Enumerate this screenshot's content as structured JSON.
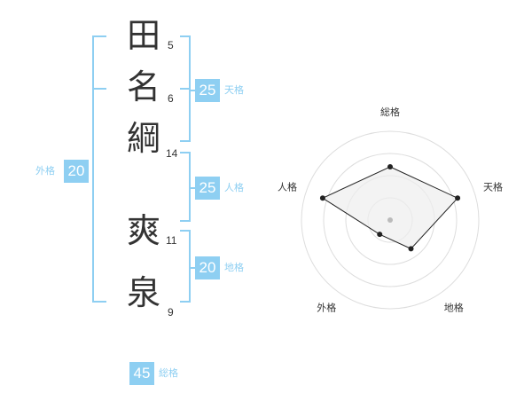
{
  "name": {
    "characters": [
      {
        "char": "田",
        "strokes": "5"
      },
      {
        "char": "名",
        "strokes": "6"
      },
      {
        "char": "綱",
        "strokes": "14"
      },
      {
        "char": "爽",
        "strokes": "11"
      },
      {
        "char": "泉",
        "strokes": "9"
      }
    ]
  },
  "kakusu": {
    "tenkaku": {
      "value": "25",
      "label": "天格"
    },
    "jinkaku": {
      "value": "25",
      "label": "人格"
    },
    "chikaku": {
      "value": "20",
      "label": "地格"
    },
    "gaikaku": {
      "value": "20",
      "label": "外格"
    },
    "soukaku": {
      "value": "45",
      "label": "総格"
    }
  },
  "chart_data": {
    "type": "radar",
    "axes": [
      "総格",
      "天格",
      "地格",
      "外格",
      "人格"
    ],
    "values": [
      3,
      4,
      2,
      1,
      4
    ],
    "max": 5,
    "rings": 4,
    "colors": {
      "fill": "#eeeeee",
      "line": "#222222",
      "ring": "#dddddd",
      "center": "#bbbbbb"
    }
  },
  "colors": {
    "accent": "#8ecff2",
    "text": "#333333"
  }
}
